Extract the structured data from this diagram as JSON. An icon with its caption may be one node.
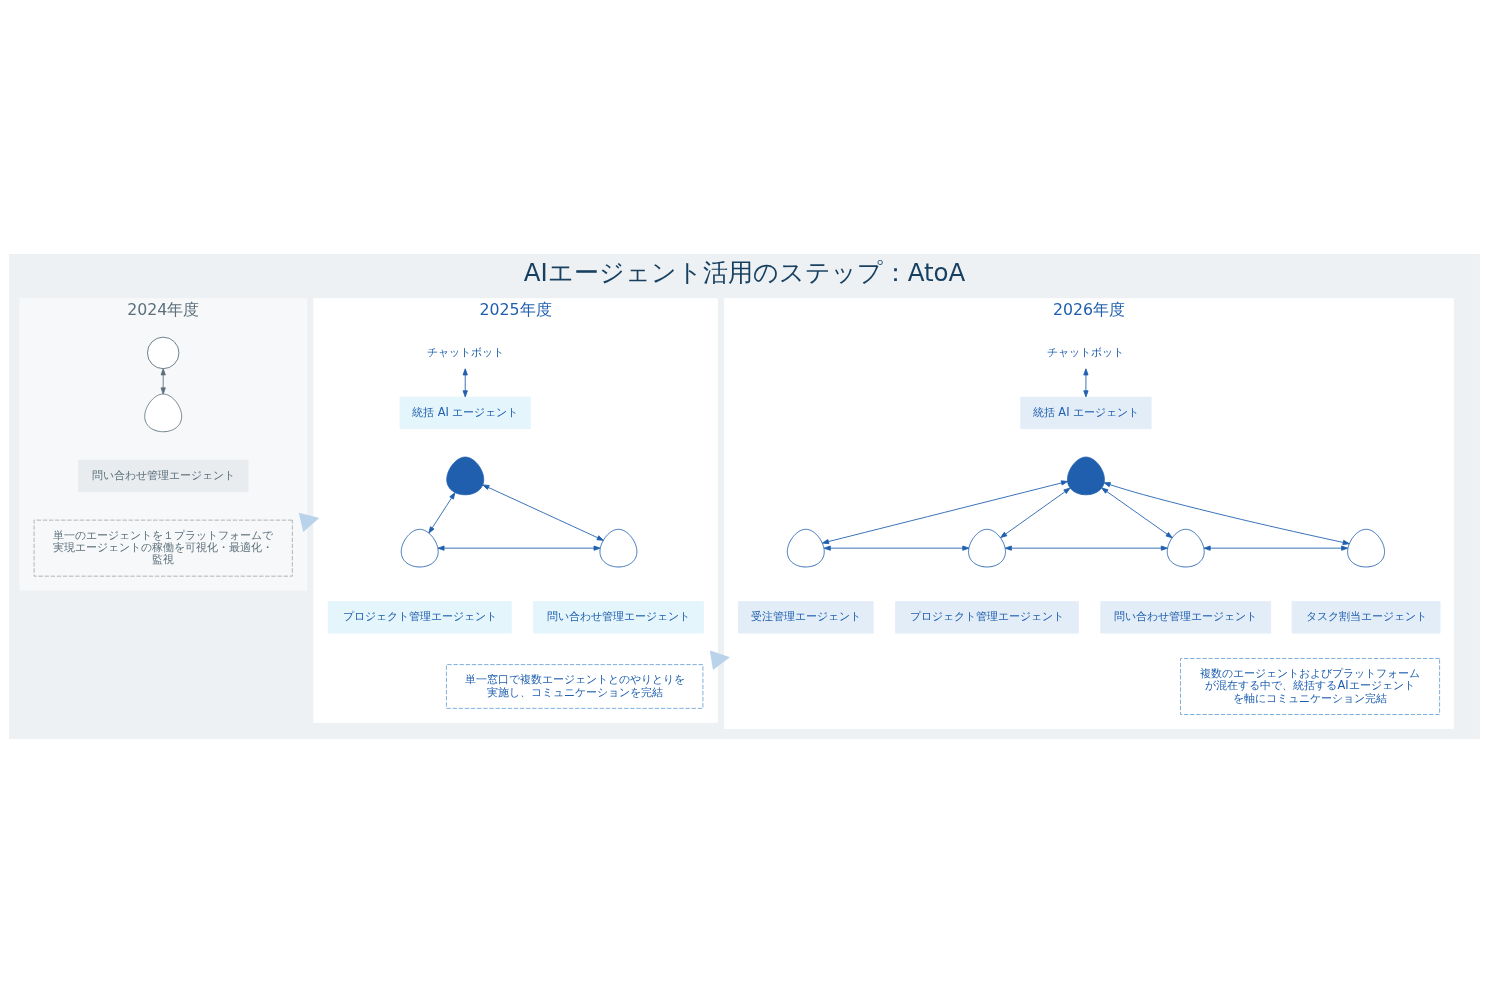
{
  "diagram": {
    "title": "AIエージェント活用のステップ：AtoA",
    "nodes": [
      {
        "text": [
          "2024年度"
        ]
      },
      {
        "text": [],
        "shape": "person",
        "in": 0
      },
      {
        "text": [],
        "shape": "head",
        "in": 0
      },
      {
        "text": [
          "問い合わせ管理エージェント"
        ],
        "in": 0
      },
      {
        "text": [
          "単一のエージェントを１プラットフォームで実現エージェントの稼働を可視化・最適化・監視"
        ],
        "in": 0
      },
      {
        "text": [
          "2025年度"
        ]
      },
      {
        "text": [
          "チャットボット"
        ],
        "in": 5
      },
      {
        "text": [
          "統括 AI エージェント"
        ],
        "in": 5
      },
      {
        "text": [],
        "shape": "head",
        "in": 5
      },
      {
        "text": [],
        "shape": "head",
        "in": 5
      },
      {
        "text": [],
        "shape": "head",
        "in": 5
      },
      {
        "text": [
          "プロジェクト管理エージェント"
        ],
        "in": 5
      },
      {
        "text": [
          "問い合わせ管理エージェント"
        ],
        "in": 5
      },
      {
        "text": [
          "単一窓口で複数エージェントとのやりとりを実施し、コミュニケーションを完結"
        ],
        "in": 5
      },
      {
        "text": [
          "2026年度"
        ]
      },
      {
        "text": [
          "チャットボット"
        ],
        "in": 14
      },
      {
        "text": [
          "統括 AI エージェント"
        ],
        "in": 14
      },
      {
        "text": [],
        "shape": "head",
        "in": 14
      },
      {
        "text": [],
        "shape": "head",
        "in": 14
      },
      {
        "text": [],
        "shape": "head",
        "in": 14
      },
      {
        "text": [],
        "shape": "head",
        "in": 14
      },
      {
        "text": [],
        "shape": "head",
        "in": 14
      },
      {
        "text": [
          "受注管理エージェント"
        ],
        "in": 14
      },
      {
        "text": [
          "プロジェクト管理エージェント"
        ],
        "in": 14
      },
      {
        "text": [
          "問い合わせ管理エージェント"
        ],
        "in": 14
      },
      {
        "text": [
          "タスク割当エージェント"
        ],
        "in": 14
      },
      {
        "text": [
          "複数のエージェントおよびプラットフォームが混在する中で、統括するAIエージェントを軸にコミュニケーション完結"
        ],
        "in": 14
      }
    ],
    "edges": [
      {
        "from": 1,
        "to": 2,
        "arrow": "both",
        "color": "#5b6f7c"
      },
      {
        "from": 0,
        "to": 5,
        "arrow": "to",
        "style": "thick",
        "color": "#b9d3ea"
      },
      {
        "from": 6,
        "to": 7,
        "arrow": "both"
      },
      {
        "from": 8,
        "to": 9,
        "arrow": "both"
      },
      {
        "from": 8,
        "to": 10,
        "arrow": "both"
      },
      {
        "from": 9,
        "to": 10,
        "arrow": "both"
      },
      {
        "from": 5,
        "to": 14,
        "arrow": "to",
        "style": "thick",
        "color": "#b9d3ea"
      },
      {
        "from": 15,
        "to": 16,
        "arrow": "both"
      },
      {
        "from": 17,
        "to": 18,
        "arrow": "both"
      },
      {
        "from": 17,
        "to": 19,
        "arrow": "both"
      },
      {
        "from": 17,
        "to": 20,
        "arrow": "both"
      },
      {
        "from": 17,
        "to": 21,
        "arrow": "both"
      },
      {
        "from": 18,
        "to": 19,
        "arrow": "both"
      },
      {
        "from": 19,
        "to": 20,
        "arrow": "both"
      },
      {
        "from": 20,
        "to": 21,
        "arrow": "both"
      }
    ]
  }
}
